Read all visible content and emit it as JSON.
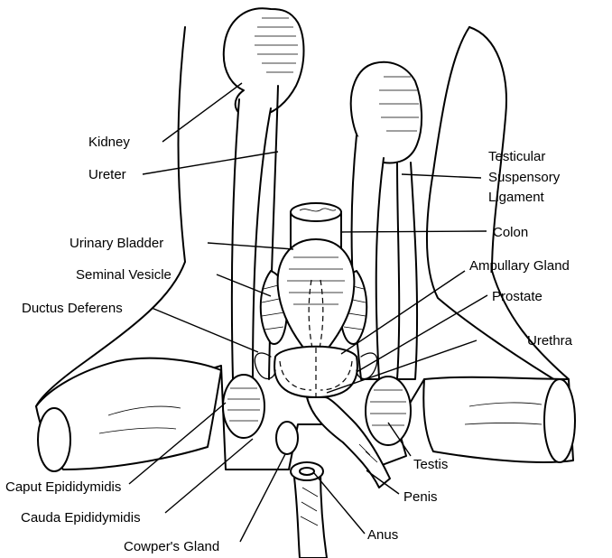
{
  "labels": {
    "kidney": "Kidney",
    "ureter": "Ureter",
    "testicular_line1": "Testicular",
    "testicular_line2": "Suspensory",
    "testicular_line3": "Ligament",
    "colon": "Colon",
    "urinary_bladder": "Urinary Bladder",
    "seminal_vesicle": "Seminal Vesicle",
    "ampullary_gland": "Ampullary Gland",
    "ductus_deferens": "Ductus Deferens",
    "prostate": "Prostate",
    "urethra": "Urethra",
    "testis": "Testis",
    "caput_epididymidis": "Caput Epididymidis",
    "penis": "Penis",
    "cauda_epididymidis": "Cauda Epididymidis",
    "anus": "Anus",
    "cowpers_gland": "Cowper's Gland"
  }
}
